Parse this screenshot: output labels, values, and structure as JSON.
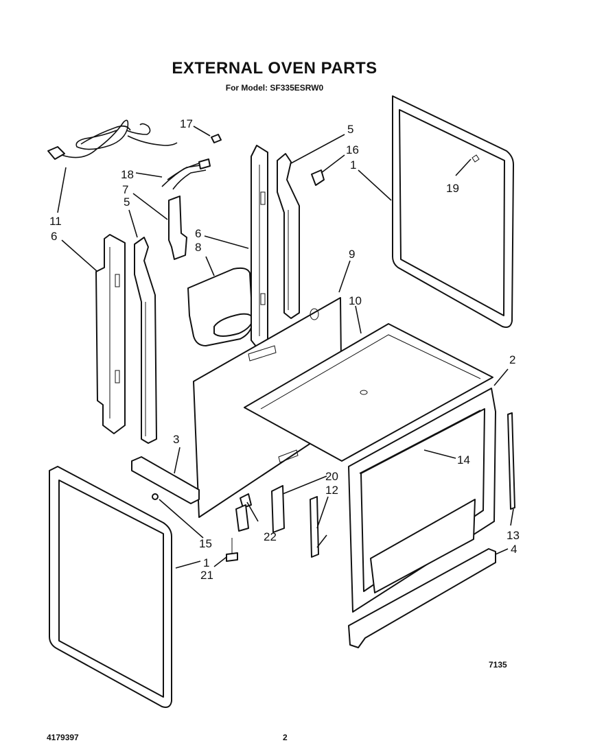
{
  "title": "EXTERNAL OVEN PARTS",
  "subtitle": "For Model: SF335ESRW0",
  "diagram_code": "7135",
  "doc_number": "4179397",
  "page_number": "2",
  "callouts": {
    "c1a": "1",
    "c1b": "1",
    "c2": "2",
    "c3": "3",
    "c4": "4",
    "c5a": "5",
    "c5b": "5",
    "c6a": "6",
    "c6b": "6",
    "c7": "7",
    "c8": "8",
    "c9": "9",
    "c10": "10",
    "c11": "11",
    "c12": "12",
    "c13": "13",
    "c14": "14",
    "c15": "15",
    "c16": "16",
    "c17": "17",
    "c18": "18",
    "c19": "19",
    "c20": "20",
    "c21": "21",
    "c22": "22"
  }
}
